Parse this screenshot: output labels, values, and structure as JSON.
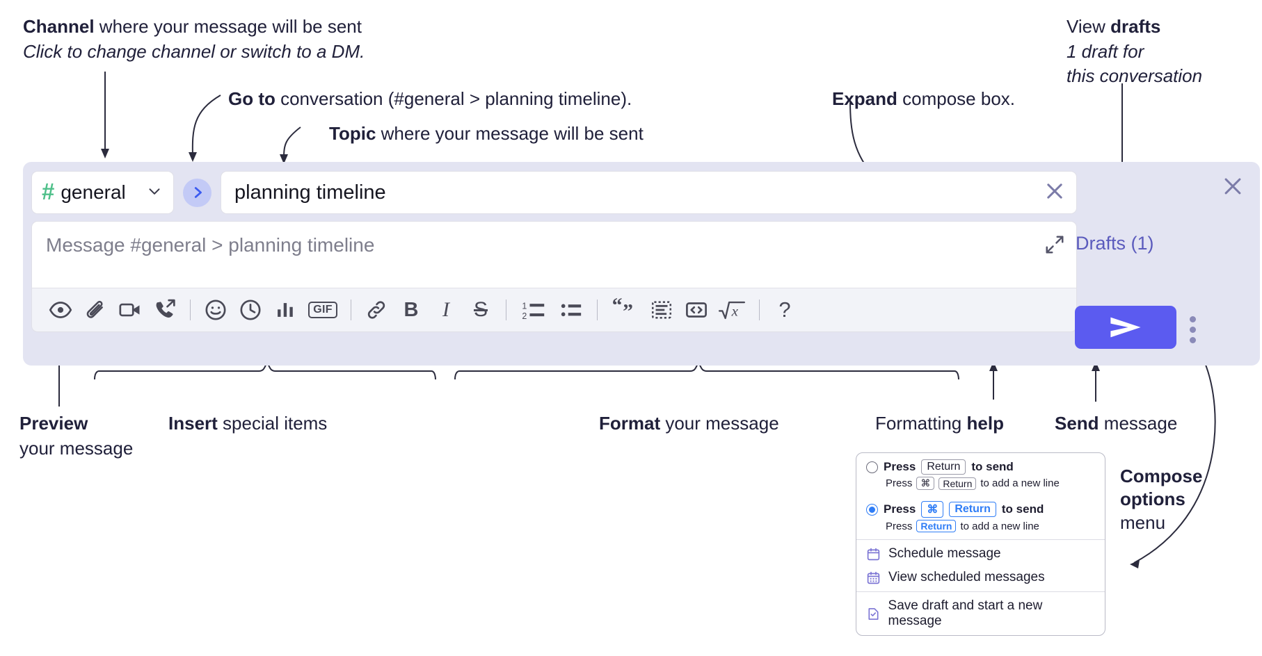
{
  "annotations": {
    "channel": {
      "bold": "Channel",
      "rest": " where your message will be sent",
      "italic": "Click to change channel or switch to a DM."
    },
    "goto": {
      "bold": "Go to",
      "rest": " conversation (#general > planning timeline)."
    },
    "topic": {
      "bold": "Topic",
      "rest": " where your message will be sent"
    },
    "expand": {
      "bold": "Expand",
      "rest": " compose box."
    },
    "drafts": {
      "lead": "View ",
      "bold": "drafts",
      "italic_1": "1 draft for",
      "italic_2": "this conversation"
    },
    "preview": {
      "bold": "Preview",
      "rest": "your message"
    },
    "insert": {
      "bold": "Insert",
      "rest": " special items"
    },
    "format": {
      "bold": "Format",
      "rest": " your message"
    },
    "formatting_help": {
      "lead": "Formatting ",
      "bold": "help"
    },
    "send": {
      "bold": "Send",
      "rest": " message"
    },
    "compose_options": {
      "bold_1": "Compose",
      "bold_2": "options",
      "rest": "menu"
    }
  },
  "compose": {
    "channel_name": "general",
    "hash_symbol": "#",
    "topic_value": "planning timeline",
    "message_placeholder": "Message #general > planning timeline",
    "drafts_label": "Drafts (1)",
    "toolbar": [
      {
        "name": "preview-icon",
        "label": "Preview"
      },
      {
        "name": "attachment-icon",
        "label": "Attach file"
      },
      {
        "name": "video-icon",
        "label": "Video clip"
      },
      {
        "name": "audio-call-icon",
        "label": "Audio clip"
      },
      {
        "name": "divider-1",
        "label": ""
      },
      {
        "name": "emoji-icon",
        "label": "Emoji"
      },
      {
        "name": "clock-icon",
        "label": "Reminder"
      },
      {
        "name": "poll-icon",
        "label": "Poll"
      },
      {
        "name": "gif-icon",
        "label": "GIF"
      },
      {
        "name": "divider-2",
        "label": ""
      },
      {
        "name": "link-icon",
        "label": "Link"
      },
      {
        "name": "bold-icon",
        "label": "B"
      },
      {
        "name": "italic-icon",
        "label": "I"
      },
      {
        "name": "strikethrough-icon",
        "label": "S"
      },
      {
        "name": "divider-3",
        "label": ""
      },
      {
        "name": "ordered-list-icon",
        "label": "Ordered list"
      },
      {
        "name": "bulleted-list-icon",
        "label": "Bulleted list"
      },
      {
        "name": "divider-4",
        "label": ""
      },
      {
        "name": "blockquote-icon",
        "label": "Blockquote"
      },
      {
        "name": "code-block-icon",
        "label": "Code block"
      },
      {
        "name": "code-icon",
        "label": "Code"
      },
      {
        "name": "math-icon",
        "label": "Math"
      },
      {
        "name": "divider-5",
        "label": ""
      },
      {
        "name": "help-icon",
        "label": "?"
      }
    ]
  },
  "options_menu": {
    "send_options": [
      {
        "selected": false,
        "press": "Press",
        "key": "Return",
        "to_send": "to send",
        "sub_press": "Press",
        "sub_key_1": "⌘",
        "sub_key_2": "Return",
        "sub_tail": "to add a new line"
      },
      {
        "selected": true,
        "press": "Press",
        "key_1": "⌘",
        "key_2": "Return",
        "to_send": "to send",
        "sub_press": "Press",
        "sub_key": "Return",
        "sub_tail": "to add a new line"
      }
    ],
    "items": [
      {
        "icon": "calendar-icon",
        "label": "Schedule message"
      },
      {
        "icon": "calendar-grid-icon",
        "label": "View scheduled messages"
      },
      {
        "icon": "save-draft-icon",
        "label": "Save draft and start a new message"
      }
    ]
  },
  "colors": {
    "panel_bg": "#e3e4f2",
    "send_button": "#5b5bf0",
    "hash_green": "#4fc08a",
    "drafts_purple": "#5b5bbd",
    "radio_blue": "#2f7df6",
    "menu_icon_purple": "#7b74d4"
  }
}
